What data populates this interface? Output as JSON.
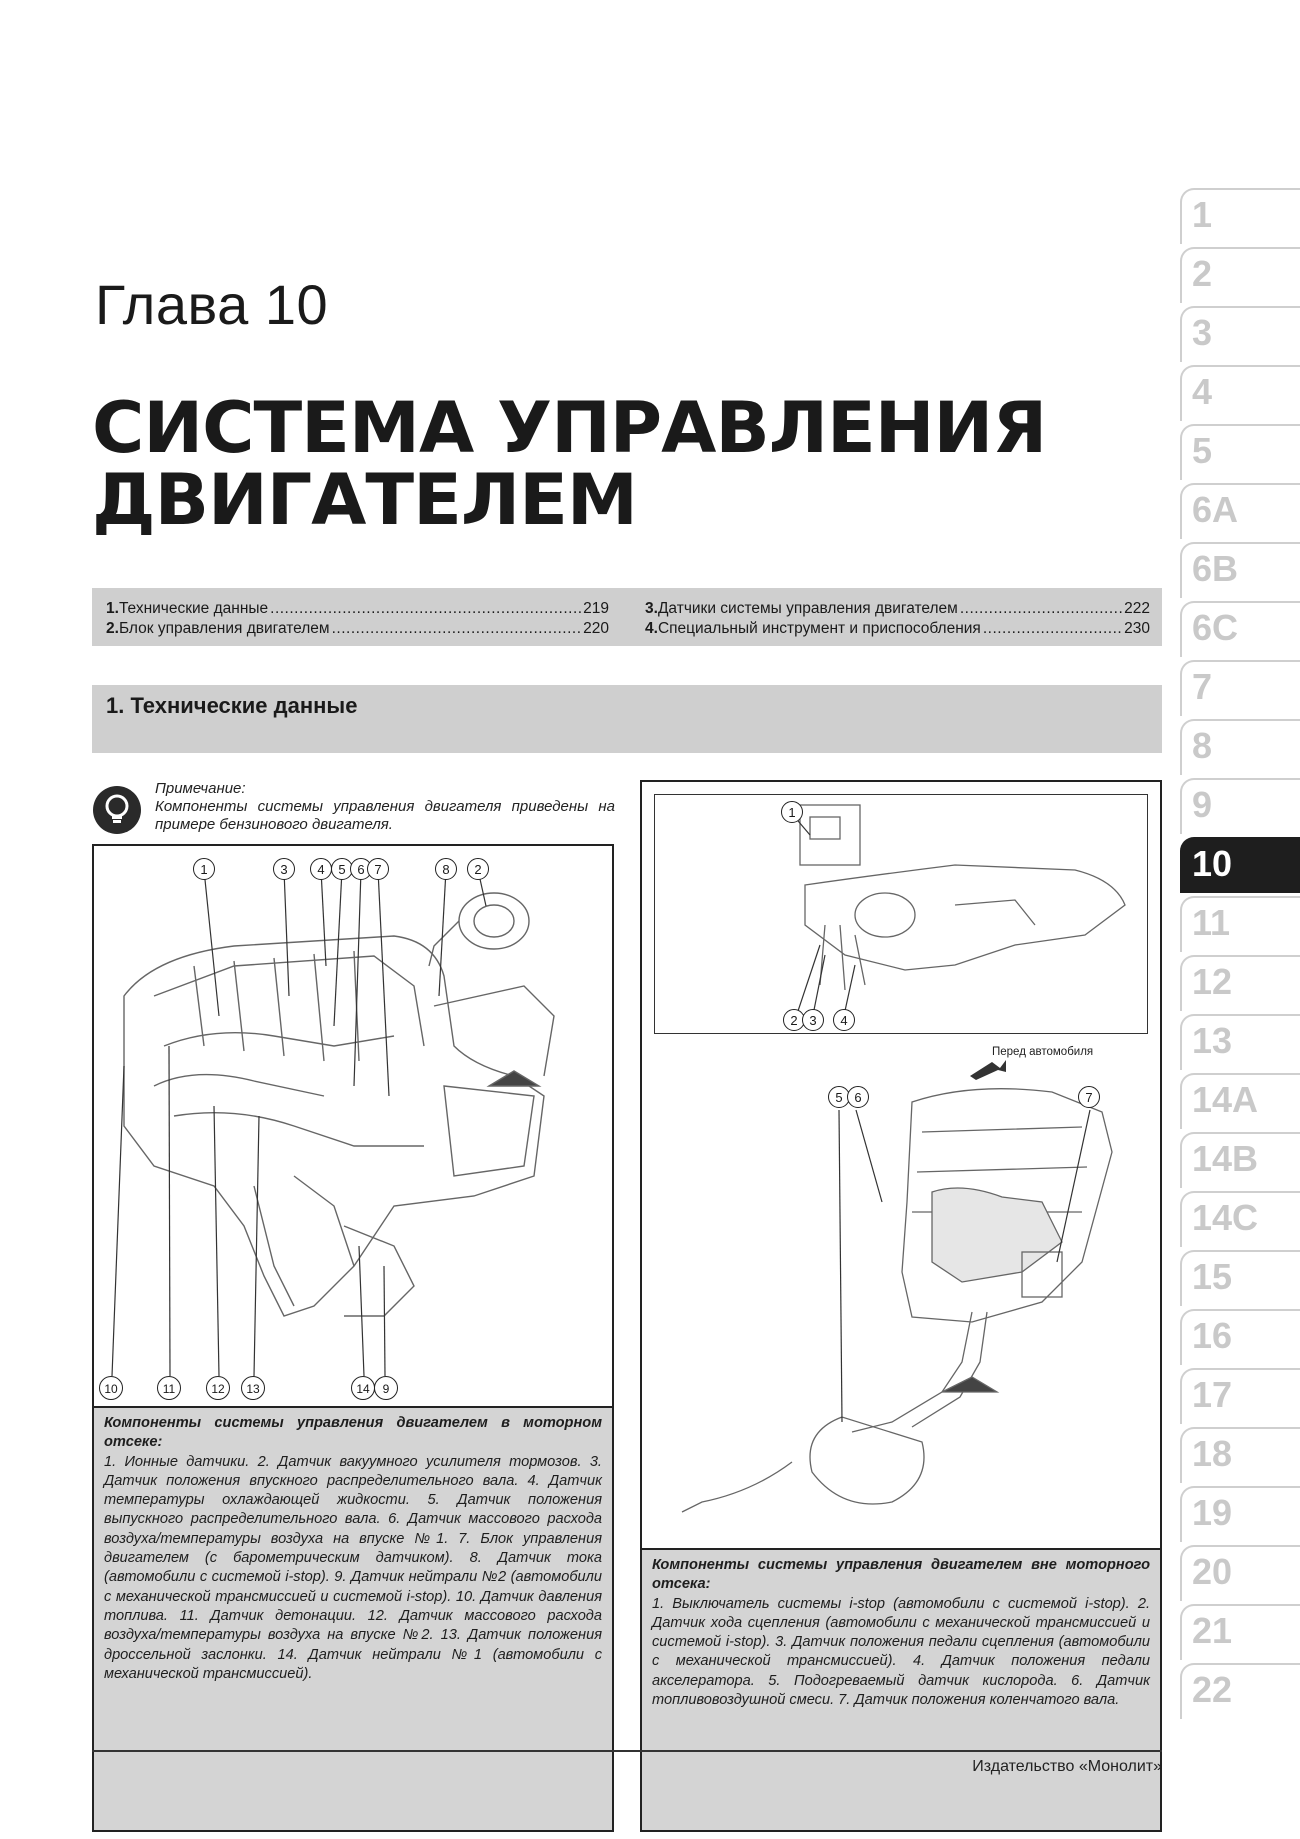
{
  "chapter": {
    "label": "Глава 10",
    "title_line1": "СИСТЕМА УПРАВЛЕНИЯ",
    "title_line2": "ДВИГАТЕЛЕМ"
  },
  "toc": {
    "left": [
      {
        "num": "1.",
        "text": "Технические данные",
        "page": "219"
      },
      {
        "num": "2.",
        "text": "Блок управления двигателем",
        "page": "220"
      }
    ],
    "right": [
      {
        "num": "3.",
        "text": "Датчики системы управления двигателем",
        "page": "222"
      },
      {
        "num": "4.",
        "text": "Специальный инструмент и приспособления",
        "page": "230"
      }
    ]
  },
  "section": {
    "title": "1. Технические данные"
  },
  "note": {
    "title": "Примечание:",
    "text": "Компоненты системы управления двигателя приведены на примере бензинового двигателя."
  },
  "left_figure": {
    "callouts_top": [
      "1",
      "3",
      "4",
      "5",
      "6",
      "7",
      "8",
      "2"
    ],
    "callouts_bottom": [
      "10",
      "11",
      "12",
      "13",
      "14",
      "9"
    ],
    "caption_head": "Компоненты системы управления двигателем в моторном отсеке:",
    "caption_text": "1. Ионные датчики. 2. Датчик вакуумного усилителя тормозов. 3. Датчик положения впускного распределительного вала. 4. Датчик температуры охлаждающей жидкости. 5. Датчик положения выпускного распределительного вала. 6. Датчик массового расхода воздуха/температуры воздуха на впуске №1. 7. Блок управления двигателем (с барометрическим датчиком). 8. Датчик тока (автомобили с системой i-stop). 9. Датчик нейтрали №2 (автомобили с механической трансмиссией и системой i-stop). 10. Датчик давления топлива. 11. Датчик детонации. 12. Датчик массового расхода воздуха/температуры воздуха на впуске №2. 13. Датчик положения дроссельной заслонки. 14. Датчик нейтрали №1 (автомобили с механической трансмиссией)."
  },
  "right_figure": {
    "callouts_top": [
      "1",
      "2",
      "3",
      "4"
    ],
    "callouts_mid": [
      "5",
      "6",
      "7"
    ],
    "front_label": "Перед автомобиля",
    "caption_head": "Компоненты системы управления двигателем вне моторного отсека:",
    "caption_text": "1. Выключатель системы i-stop (автомобили с системой i-stop). 2. Датчик хода сцепления (автомобили с механической трансмиссией и системой i-stop). 3. Датчик положения педали сцепления (автомобили с механической трансмиссией). 4. Датчик положения педали акселератора. 5. Подогреваемый датчик кислорода. 6. Датчик топливовоздушной смеси. 7. Датчик положения коленчатого вала."
  },
  "tabs": [
    "1",
    "2",
    "3",
    "4",
    "5",
    "6A",
    "6B",
    "6C",
    "7",
    "8",
    "9",
    "10",
    "11",
    "12",
    "13",
    "14A",
    "14B",
    "14C",
    "15",
    "16",
    "17",
    "18",
    "19",
    "20",
    "21",
    "22"
  ],
  "active_tab": "10",
  "footer": {
    "publisher": "Издательство «Монолит»"
  }
}
